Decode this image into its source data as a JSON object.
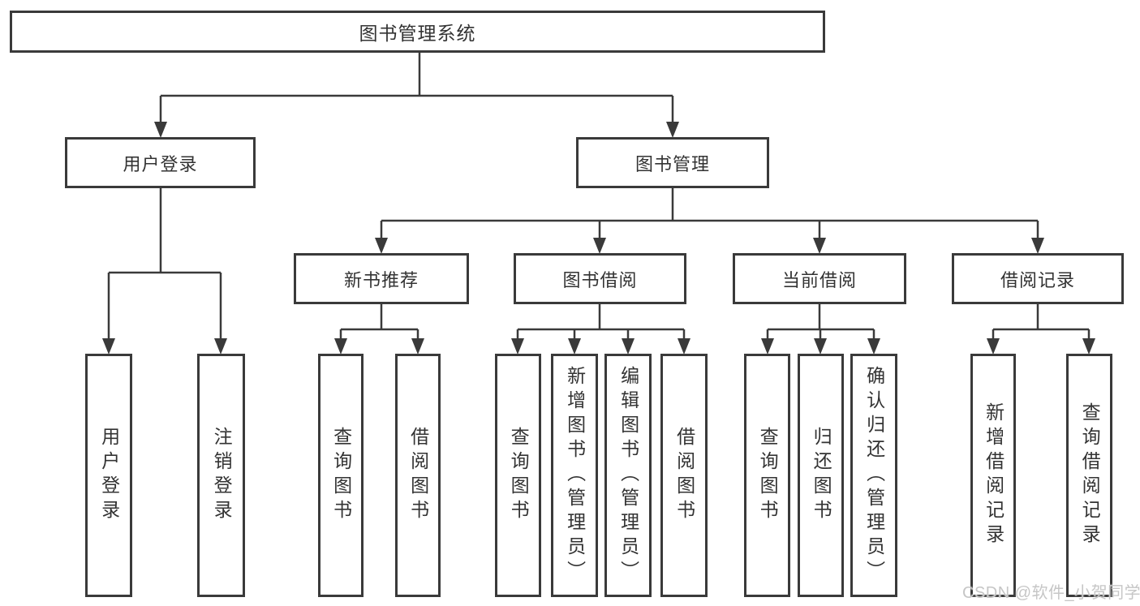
{
  "diagram": {
    "root": "图书管理系统",
    "login": {
      "label": "用户登录",
      "leaves": [
        "用户登录",
        "注销登录"
      ]
    },
    "manage": {
      "label": "图书管理",
      "groups": [
        {
          "label": "新书推荐",
          "leaves": [
            "查询图书",
            "借阅图书"
          ]
        },
        {
          "label": "图书借阅",
          "leaves": [
            "查询图书",
            "新增图书（管理员）",
            "编辑图书（管理员）",
            "借阅图书"
          ]
        },
        {
          "label": "当前借阅",
          "leaves": [
            "查询图书",
            "归还图书",
            "确认归还（管理员）"
          ]
        },
        {
          "label": "借阅记录",
          "leaves": [
            "新增借阅记录",
            "查询借阅记录"
          ]
        }
      ]
    }
  },
  "watermark": "CSDN @软件_小贺同学",
  "colors": {
    "line": "#3a3a3a",
    "text": "#333333",
    "watermark": "#c6c6c6",
    "background": "#ffffff"
  }
}
